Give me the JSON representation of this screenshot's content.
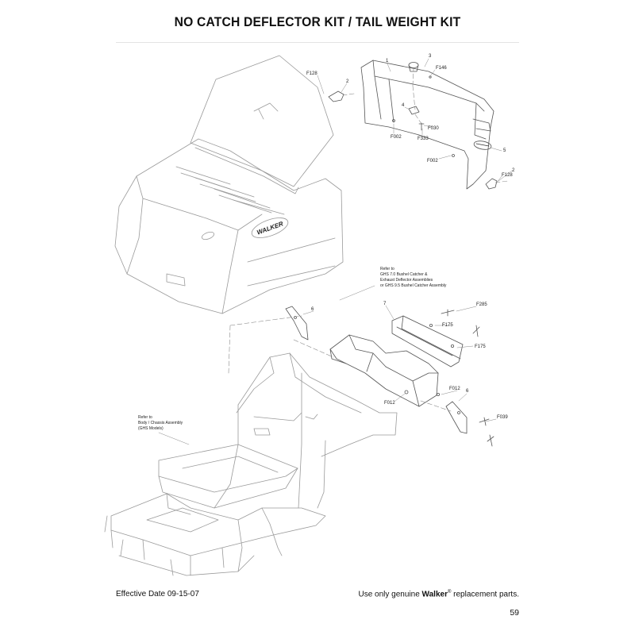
{
  "page": {
    "title": "NO CATCH DEFLECTOR KIT / TAIL WEIGHT KIT",
    "page_number": "59"
  },
  "footer": {
    "effective_date": "Effective Date 09-15-07",
    "replacement_prefix": "Use only genuine ",
    "brand": "Walker",
    "registered_mark": "®",
    "replacement_suffix": " replacement parts."
  },
  "diagram": {
    "catcher_logo": "WALKER",
    "callouts": [
      {
        "id": "c-1",
        "text": "1"
      },
      {
        "id": "c-3",
        "text": "3"
      },
      {
        "id": "c-F146",
        "text": "F146"
      },
      {
        "id": "c-F128a",
        "text": "F128"
      },
      {
        "id": "c-2a",
        "text": "2"
      },
      {
        "id": "c-4",
        "text": "4"
      },
      {
        "id": "c-F030",
        "text": "F030"
      },
      {
        "id": "c-F002a",
        "text": "F002"
      },
      {
        "id": "c-F333",
        "text": "F333"
      },
      {
        "id": "c-5",
        "text": "5"
      },
      {
        "id": "c-F002b",
        "text": "F002"
      },
      {
        "id": "c-2b",
        "text": "2"
      },
      {
        "id": "c-F128b",
        "text": "F128"
      },
      {
        "id": "c-7",
        "text": "7"
      },
      {
        "id": "c-F285",
        "text": "F285"
      },
      {
        "id": "c-F175a",
        "text": "F175"
      },
      {
        "id": "c-F175b",
        "text": "F175"
      },
      {
        "id": "c-6a",
        "text": "6"
      },
      {
        "id": "c-F012a",
        "text": "F012"
      },
      {
        "id": "c-6b",
        "text": "6"
      },
      {
        "id": "c-F012b",
        "text": "F012"
      },
      {
        "id": "c-F039",
        "text": "F039"
      }
    ],
    "notes": {
      "catcher": [
        "Refer to",
        "GHS 7.0 Bushel Catcher &",
        "Exhaust Deflector Assemblies",
        "or GHS 9.5 Bushel Catcher Assembly"
      ],
      "chassis": [
        "Refer to",
        "Body / Chassis Assembly",
        "(GHS Models)"
      ]
    }
  }
}
